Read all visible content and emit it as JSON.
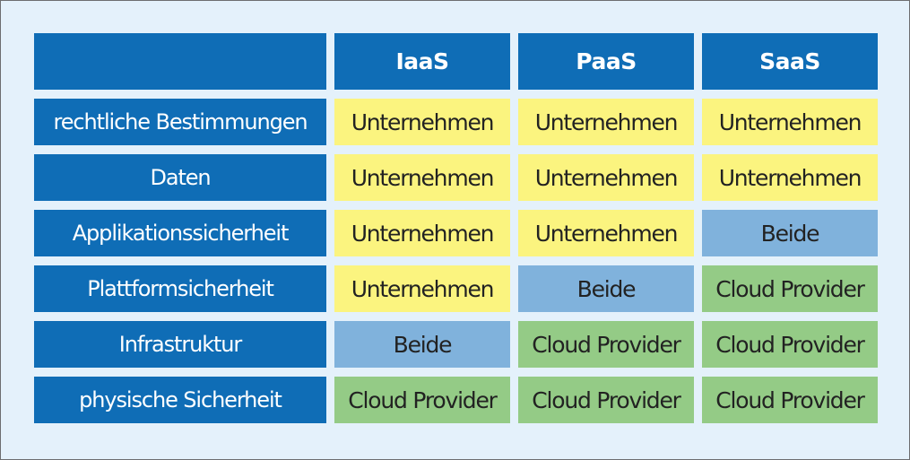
{
  "colors": {
    "background": "#e4f1fb",
    "header": "#0f6db6",
    "unternehmen": "#fbf47f",
    "beide": "#80b2dc",
    "cloud_provider": "#94cb86"
  },
  "header": {
    "corner": "",
    "columns": [
      "IaaS",
      "PaaS",
      "SaaS"
    ]
  },
  "rows": [
    {
      "label": "rechtliche Bestimmungen",
      "cells": [
        {
          "text": "Unternehmen",
          "kind": "unternehmen"
        },
        {
          "text": "Unternehmen",
          "kind": "unternehmen"
        },
        {
          "text": "Unternehmen",
          "kind": "unternehmen"
        }
      ]
    },
    {
      "label": "Daten",
      "cells": [
        {
          "text": "Unternehmen",
          "kind": "unternehmen"
        },
        {
          "text": "Unternehmen",
          "kind": "unternehmen"
        },
        {
          "text": "Unternehmen",
          "kind": "unternehmen"
        }
      ]
    },
    {
      "label": "Applikationssicherheit",
      "cells": [
        {
          "text": "Unternehmen",
          "kind": "unternehmen"
        },
        {
          "text": "Unternehmen",
          "kind": "unternehmen"
        },
        {
          "text": "Beide",
          "kind": "beide"
        }
      ]
    },
    {
      "label": "Plattformsicherheit",
      "cells": [
        {
          "text": "Unternehmen",
          "kind": "unternehmen"
        },
        {
          "text": "Beide",
          "kind": "beide"
        },
        {
          "text": "Cloud Provider",
          "kind": "cloud_provider"
        }
      ]
    },
    {
      "label": "Infrastruktur",
      "cells": [
        {
          "text": "Beide",
          "kind": "beide"
        },
        {
          "text": "Cloud Provider",
          "kind": "cloud_provider"
        },
        {
          "text": "Cloud Provider",
          "kind": "cloud_provider"
        }
      ]
    },
    {
      "label": "physische Sicherheit",
      "cells": [
        {
          "text": "Cloud Provider",
          "kind": "cloud_provider"
        },
        {
          "text": "Cloud Provider",
          "kind": "cloud_provider"
        },
        {
          "text": "Cloud Provider",
          "kind": "cloud_provider"
        }
      ]
    }
  ]
}
